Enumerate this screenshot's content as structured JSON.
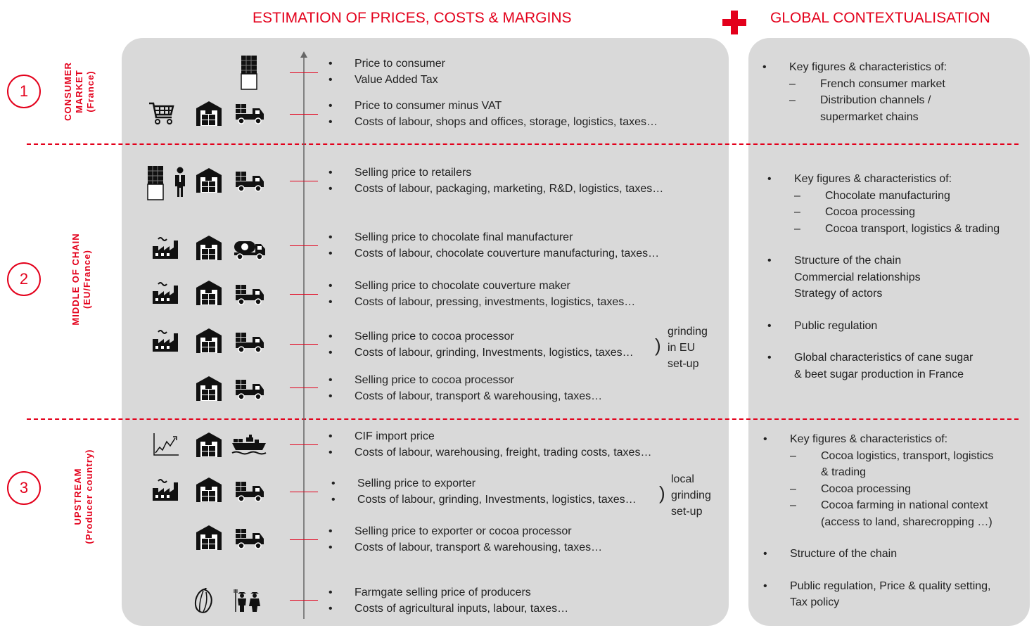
{
  "header": {
    "left_title": "ESTIMATION OF PRICES, COSTS & MARGINS",
    "plus": "+",
    "right_title": "GLOBAL CONTEXTUALISATION"
  },
  "colors": {
    "accent": "#e3001b",
    "panel": "#d9d9d9",
    "text": "#222222"
  },
  "sections": [
    {
      "number": "1",
      "label_lines": [
        "CONSUMER",
        "MARKET",
        "(France)"
      ]
    },
    {
      "number": "2",
      "label_lines": [
        "MIDDLE OF CHAIN",
        "(EU/France)"
      ]
    },
    {
      "number": "3",
      "label_lines": [
        "UPSTREAM",
        "(Producer country)"
      ]
    }
  ],
  "stages": [
    {
      "icons": [
        "chocolate-bar-icon"
      ],
      "lines": [
        "Price to consumer",
        "Value Added Tax"
      ]
    },
    {
      "icons": [
        "shopping-cart-icon",
        "warehouse-icon",
        "delivery-truck-icon"
      ],
      "lines": [
        "Price to consumer minus VAT",
        "Costs of labour, shops and offices, storage, logistics, taxes…"
      ]
    },
    {
      "icons": [
        "chocolate-bar-icon",
        "worker-icon",
        "warehouse-icon",
        "delivery-truck-icon"
      ],
      "lines": [
        "Selling price to retailers",
        "Costs of labour, packaging, marketing, R&D, logistics, taxes…"
      ]
    },
    {
      "icons": [
        "factory-icon",
        "warehouse-icon",
        "tanker-truck-icon"
      ],
      "lines": [
        "Selling price to chocolate final manufacturer",
        "Costs of labour, chocolate couverture manufacturing, taxes…"
      ]
    },
    {
      "icons": [
        "factory-icon",
        "warehouse-icon",
        "delivery-truck-icon"
      ],
      "lines": [
        "Selling price to chocolate couverture maker",
        "Costs of labour, pressing, investments, logistics, taxes…"
      ]
    },
    {
      "icons": [
        "factory-icon",
        "warehouse-icon",
        "delivery-truck-icon"
      ],
      "lines": [
        "Selling price to cocoa processor",
        "Costs of labour, grinding, Investments, logistics, taxes…"
      ]
    },
    {
      "icons": [
        "warehouse-icon",
        "delivery-truck-icon"
      ],
      "lines": [
        "Selling price to cocoa processor",
        "Costs of labour, transport & warehousing, taxes…"
      ]
    },
    {
      "icons": [
        "price-chart-icon",
        "warehouse-icon",
        "cargo-ship-icon"
      ],
      "lines": [
        "CIF import price",
        "Costs of labour, warehousing, freight, trading costs, taxes…"
      ]
    },
    {
      "icons": [
        "factory-icon",
        "warehouse-icon",
        "delivery-truck-icon"
      ],
      "lines": [
        "Selling price to exporter",
        "Costs of labour, grinding, Investments, logistics, taxes…"
      ]
    },
    {
      "icons": [
        "warehouse-icon",
        "delivery-truck-icon"
      ],
      "lines": [
        "Selling price to exporter or cocoa processor",
        "Costs of labour, transport & warehousing, taxes…"
      ]
    },
    {
      "icons": [
        "cocoa-pod-icon",
        "farmers-icon"
      ],
      "lines": [
        "Farmgate selling price of producers",
        "Costs of agricultural inputs, labour, taxes…"
      ]
    }
  ],
  "notes": {
    "grinding_eu": [
      "grinding",
      "in EU",
      "set-up"
    ],
    "grinding_local": [
      "local",
      "grinding",
      "set-up"
    ],
    "paren": ")"
  },
  "context": {
    "consumer": {
      "intro": "Key figures & characteristics of:",
      "items": [
        "French consumer market",
        "Distribution channels /"
      ],
      "cont": "supermarket chains"
    },
    "middle": {
      "intro": "Key figures & characteristics of:",
      "items": [
        "Chocolate manufacturing",
        "Cocoa processing",
        "Cocoa transport, logistics & trading"
      ],
      "structure": "Structure of the chain",
      "relationships": "Commercial relationships",
      "strategy": "Strategy of actors",
      "regulation": "Public regulation",
      "sugar1": "Global characteristics of cane sugar",
      "sugar2": "& beet sugar production in France"
    },
    "upstream": {
      "intro": "Key figures & characteristics of:",
      "item1": "Cocoa logistics, transport, logistics",
      "item1_cont": "& trading",
      "item2": "Cocoa processing",
      "item3": "Cocoa farming in national context",
      "item3_cont": "(access to land, sharecropping …)",
      "structure": "Structure of the chain",
      "regulation1": "Public regulation, Price & quality setting,",
      "regulation2": "Tax policy"
    }
  }
}
